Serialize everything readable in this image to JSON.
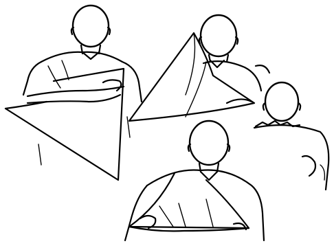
{
  "figures": [
    {
      "id": "step-1",
      "description_name": "sling-placement-front"
    },
    {
      "id": "step-2",
      "description_name": "sling-folded-over-shoulder"
    },
    {
      "id": "step-3",
      "description_name": "sling-knot-back-view"
    },
    {
      "id": "step-4",
      "description_name": "sling-completed-front"
    }
  ],
  "colors": {
    "ink": "#000000",
    "paper": "#ffffff"
  }
}
